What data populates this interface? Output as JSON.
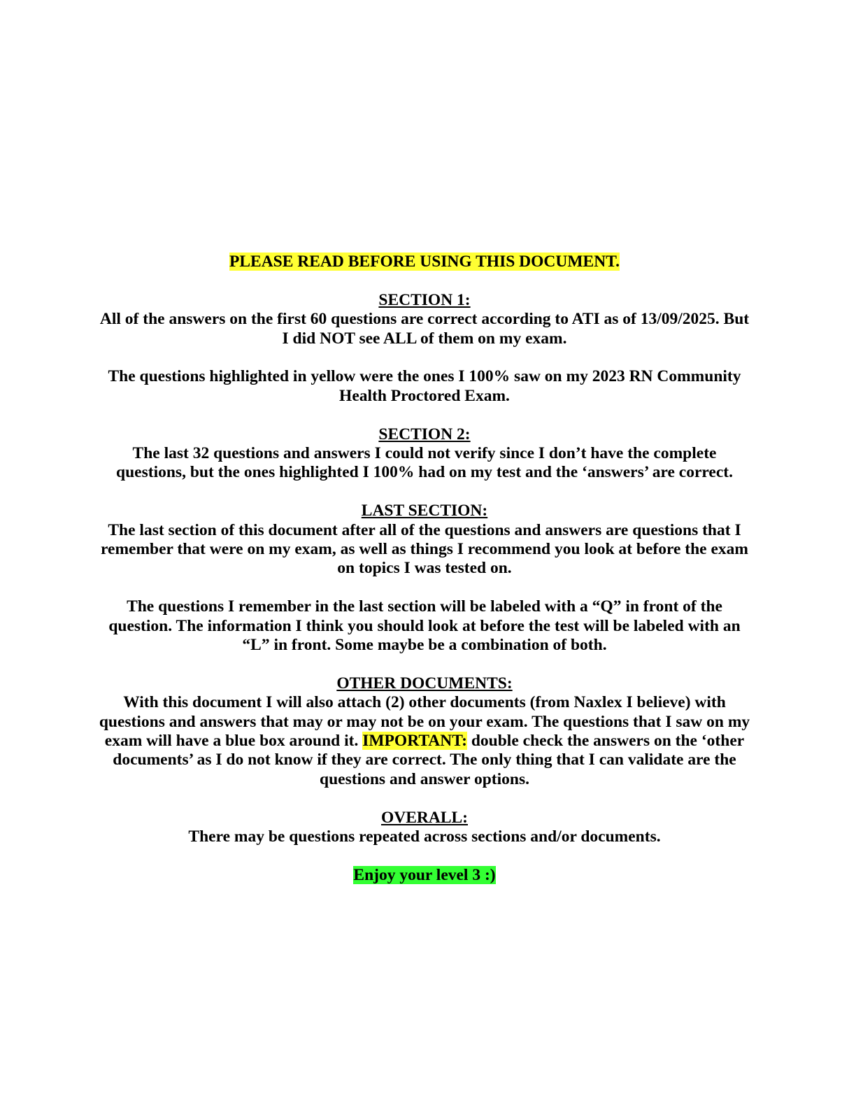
{
  "notice": "PLEASE READ BEFORE USING THIS DOCUMENT.",
  "section1": {
    "heading": "SECTION 1:",
    "body": "All of the answers on the first 60 questions are correct according to ATI as of 13/09/2025. But I did NOT see ALL of them on my exam.",
    "note": "The questions highlighted in yellow were the ones I 100% saw on my 2023 RN Community Health Proctored Exam."
  },
  "section2": {
    "heading": "SECTION 2:",
    "body": "The last 32 questions and answers I could not verify since I don’t have the complete questions, but the ones highlighted I 100% had on my test and the ‘answers’ are correct."
  },
  "last_section": {
    "heading": "LAST SECTION:",
    "body": "The last section of this document after all of the questions and answers are questions that I remember that were on my exam, as well as things I recommend you look at before the exam on topics I was tested on.",
    "note": "The questions I remember in the last section will be labeled with a “Q” in front of the question. The information I think you should look at before the test will be labeled with an “L” in front. Some maybe be a combination of both."
  },
  "other_documents": {
    "heading": "OTHER DOCUMENTS:",
    "body_before": "With this document I will also attach (2) other documents (from Naxlex I believe) with questions and answers that may or may not be on your exam. The questions that I saw on my exam will have a blue box around it. ",
    "important_label": "IMPORTANT:",
    "body_after": " double check the answers on the ‘other documents’ as I do not know if they are correct. The only thing that I can validate are the questions and answer options."
  },
  "overall": {
    "heading": "OVERALL:",
    "body": "There may be questions repeated across sections and/or documents."
  },
  "closing": "Enjoy your level 3 :)",
  "colors": {
    "yellow_highlight": "#ffff33",
    "green_highlight": "#33ff33",
    "text": "#000000"
  }
}
